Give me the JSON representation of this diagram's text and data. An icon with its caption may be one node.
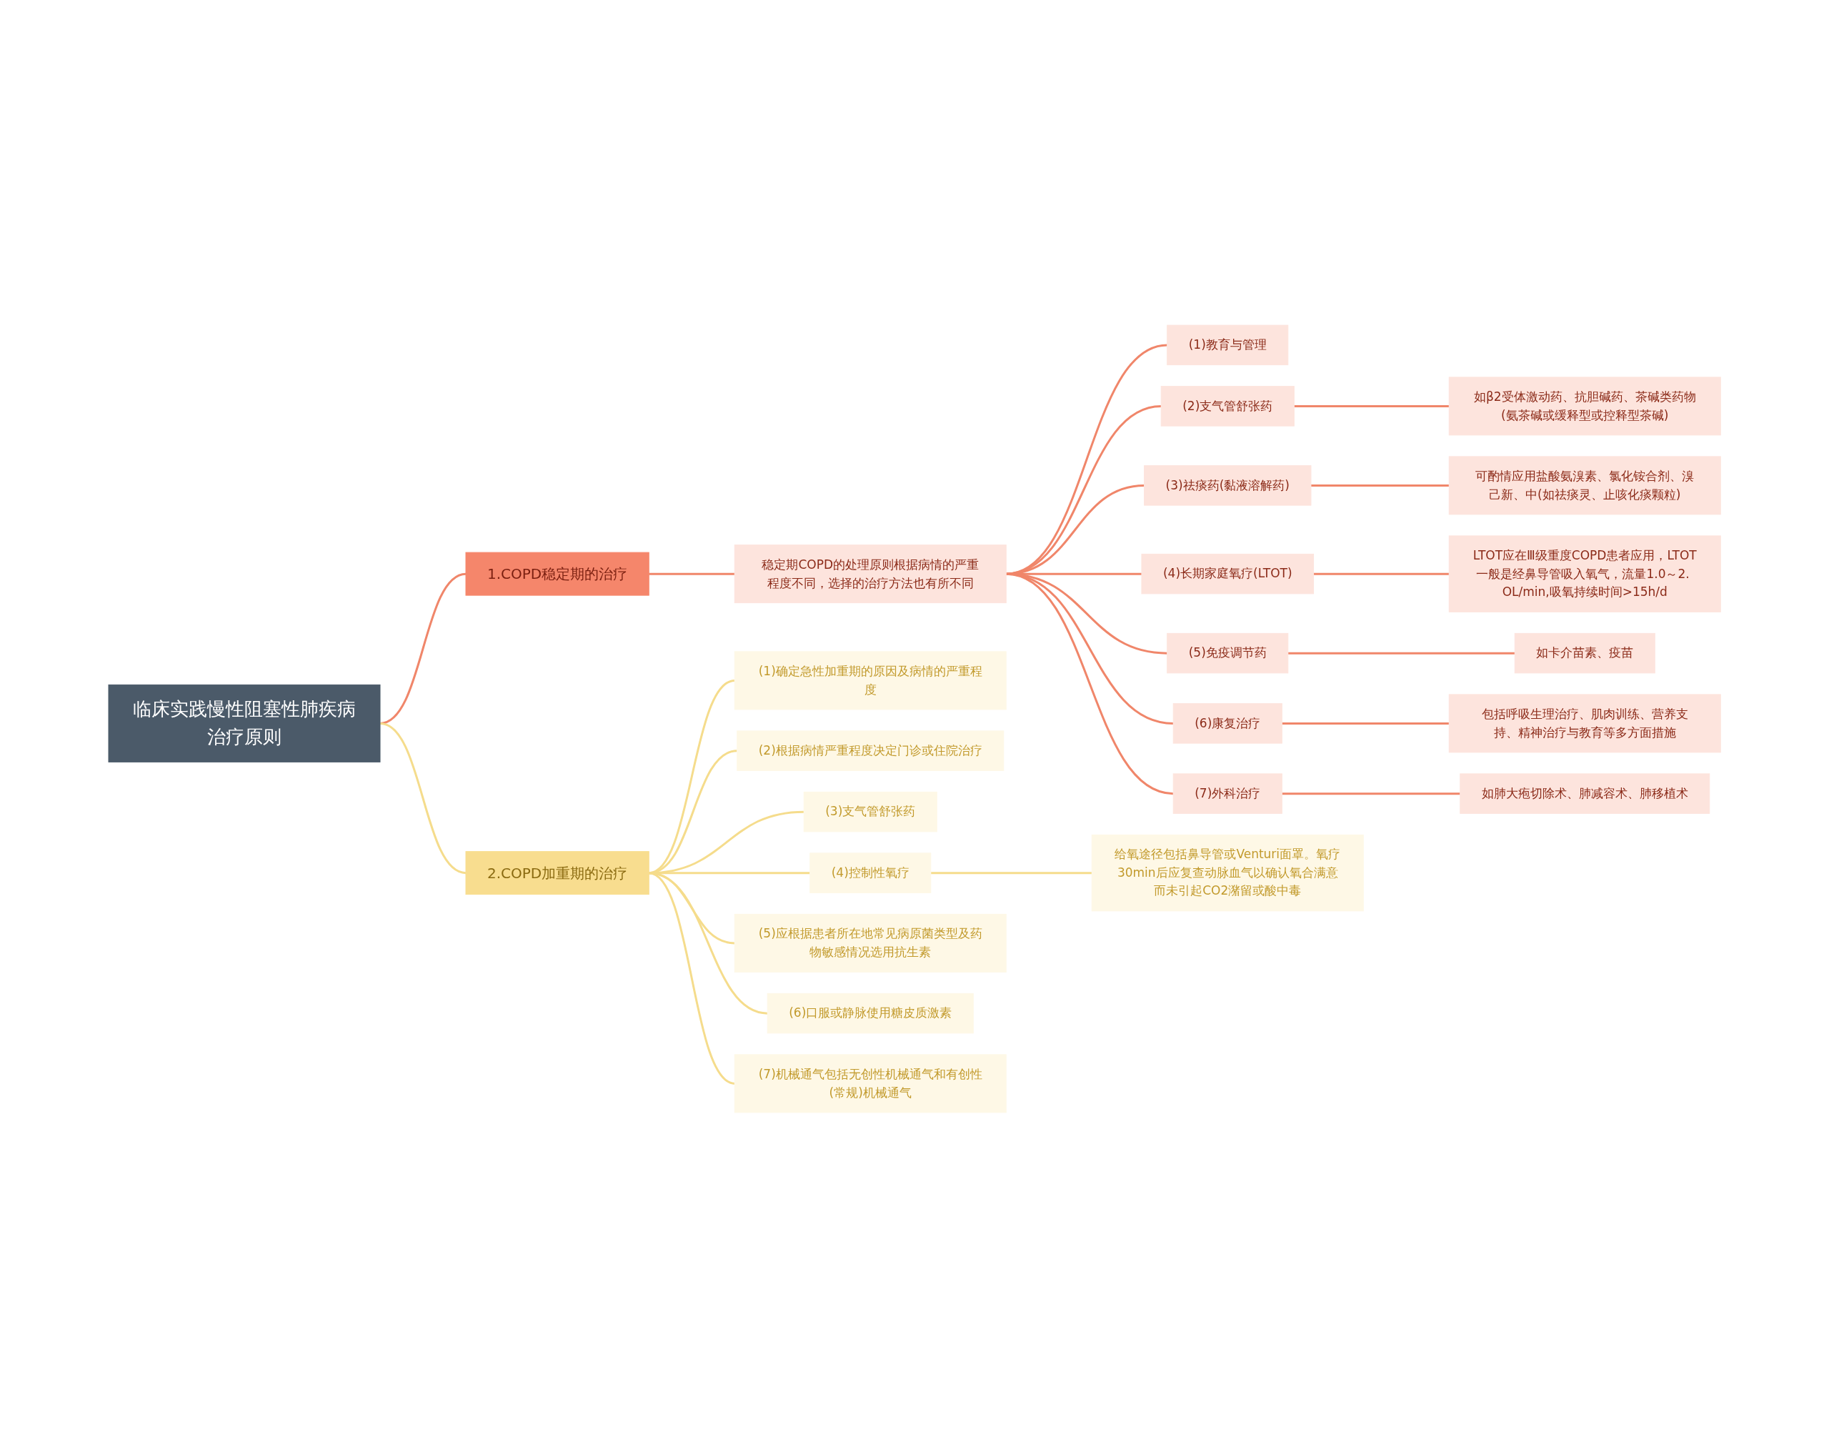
{
  "diagram": {
    "nodes": [
      {
        "text": [
          "临床实践慢性阻塞性肺疾病治疗原则"
        ]
      },
      {
        "text": [
          "1.COPD稳定期的治疗"
        ]
      },
      {
        "text": [
          "稳定期COPD的处理原则根据病情的严重程度不同，选择的治疗方法也有所不同"
        ]
      },
      {
        "text": [
          "(1)教育与管理"
        ]
      },
      {
        "text": [
          "(2)支气管舒张药"
        ]
      },
      {
        "text": [
          "如β2受体激动药、抗胆碱药、茶碱类药物(氨茶碱或缓释型或控释型茶碱)"
        ]
      },
      {
        "text": [
          "(3)祛痰药(黏液溶解药)"
        ]
      },
      {
        "text": [
          "可酌情应用盐酸氨溴素、氯化铵合剂、溴己新、中(如祛痰灵、止咳化痰颗粒)"
        ]
      },
      {
        "text": [
          "(4)长期家庭氧疗(LTOT)"
        ]
      },
      {
        "text": [
          "LTOT应在Ⅲ级重度COPD患者应用，LTOT一般是经鼻导管吸入氧气，流量1.0～2. OL/min,吸氧持续时间>15h/d"
        ]
      },
      {
        "text": [
          "(5)免疫调节药"
        ]
      },
      {
        "text": [
          "如卡介苗素、疫苗"
        ]
      },
      {
        "text": [
          "(6)康复治疗"
        ]
      },
      {
        "text": [
          "包括呼吸生理治疗、肌肉训练、营养支持、精神治疗与教育等多方面措施"
        ]
      },
      {
        "text": [
          "(7)外科治疗"
        ]
      },
      {
        "text": [
          "如肺大疱切除术、肺减容术、肺移植术"
        ]
      },
      {
        "text": [
          "2.COPD加重期的治疗"
        ]
      },
      {
        "text": [
          "(1)确定急性加重期的原因及病情的严重程度"
        ]
      },
      {
        "text": [
          "(2)根据病情严重程度决定门诊或住院治疗"
        ]
      },
      {
        "text": [
          "(3)支气管舒张药"
        ]
      },
      {
        "text": [
          "(4)控制性氧疗"
        ]
      },
      {
        "text": [
          "给氧途径包括鼻导管或Venturi面罩。氧疗30min后应复查动脉血气以确认氧合满意而未引起CO2潴留或酸中毒"
        ]
      },
      {
        "text": [
          "(5)应根据患者所在地常见病原菌类型及药物敏感情况选用抗生素"
        ]
      },
      {
        "text": [
          "(6)口服或静脉使用糖皮质激素"
        ]
      },
      {
        "text": [
          "(7)机械通气包括无创性机械通气和有创性(常规)机械通气"
        ]
      }
    ],
    "edges": [
      {
        "from": 0,
        "to": 1,
        "arrow": "none"
      },
      {
        "from": 1,
        "to": 2,
        "arrow": "none"
      },
      {
        "from": 2,
        "to": 3,
        "arrow": "none"
      },
      {
        "from": 2,
        "to": 4,
        "arrow": "none"
      },
      {
        "from": 4,
        "to": 5,
        "arrow": "none"
      },
      {
        "from": 2,
        "to": 6,
        "arrow": "none"
      },
      {
        "from": 6,
        "to": 7,
        "arrow": "none"
      },
      {
        "from": 2,
        "to": 8,
        "arrow": "none"
      },
      {
        "from": 8,
        "to": 9,
        "arrow": "none"
      },
      {
        "from": 2,
        "to": 10,
        "arrow": "none"
      },
      {
        "from": 10,
        "to": 11,
        "arrow": "none"
      },
      {
        "from": 2,
        "to": 12,
        "arrow": "none"
      },
      {
        "from": 12,
        "to": 13,
        "arrow": "none"
      },
      {
        "from": 2,
        "to": 14,
        "arrow": "none"
      },
      {
        "from": 14,
        "to": 15,
        "arrow": "none"
      },
      {
        "from": 0,
        "to": 16,
        "arrow": "none",
        "color": "#f5dc8c"
      },
      {
        "from": 16,
        "to": 17,
        "arrow": "none",
        "color": "#f5dc8c"
      },
      {
        "from": 16,
        "to": 18,
        "arrow": "none",
        "color": "#f5dc8c"
      },
      {
        "from": 16,
        "to": 19,
        "arrow": "none",
        "color": "#f5dc8c"
      },
      {
        "from": 16,
        "to": 20,
        "arrow": "none",
        "color": "#f5dc8c"
      },
      {
        "from": 20,
        "to": 21,
        "arrow": "none",
        "color": "#f5dc8c"
      },
      {
        "from": 16,
        "to": 22,
        "arrow": "none",
        "color": "#f5dc8c"
      },
      {
        "from": 16,
        "to": 23,
        "arrow": "none",
        "color": "#f5dc8c"
      },
      {
        "from": 16,
        "to": 24,
        "arrow": "none",
        "color": "#f5dc8c"
      }
    ]
  }
}
